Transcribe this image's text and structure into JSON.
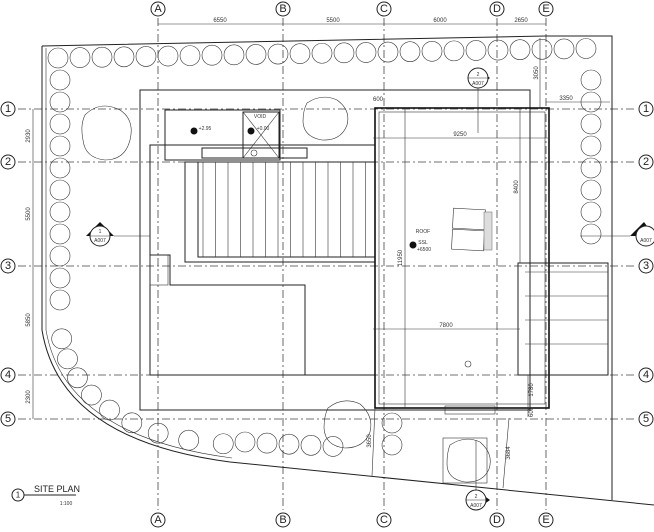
{
  "drawing": {
    "title": "SITE PLAN",
    "scale": "1:100",
    "view_number": "1"
  },
  "grid": {
    "columns": [
      "A",
      "B",
      "C",
      "D",
      "E"
    ],
    "rows": [
      "1",
      "2",
      "3",
      "4",
      "5"
    ]
  },
  "dimensions": {
    "top": [
      "6550",
      "5500",
      "6000",
      "2650"
    ],
    "left": [
      "2930",
      "5500",
      "5850",
      "2300"
    ],
    "roof_width": "9250",
    "roof_depth": "8400",
    "overall_depth": "11950",
    "lower_width": "7800",
    "offset_top": "600",
    "right_top_vertical": "3050",
    "right_offset": "3350",
    "right_lower": "1780",
    "right_lower_offset": "600",
    "bottom_left": "3650",
    "bottom_right": "3684"
  },
  "levels": {
    "terrace": "+2.95",
    "void_label": "VOID",
    "void_level": "+0.00",
    "roof_label": "ROOF",
    "roof_ssl": "SSL",
    "roof_level": "+6500"
  },
  "section_markers": [
    {
      "number": "1",
      "sheet": "A007",
      "position": "left"
    },
    {
      "number": "1",
      "sheet": "A007",
      "position": "right"
    },
    {
      "number": "2",
      "sheet": "A007",
      "position": "top"
    },
    {
      "number": "2",
      "sheet": "A007",
      "position": "bottom"
    }
  ],
  "colors": {
    "line": "#222222",
    "background": "#ffffff"
  }
}
